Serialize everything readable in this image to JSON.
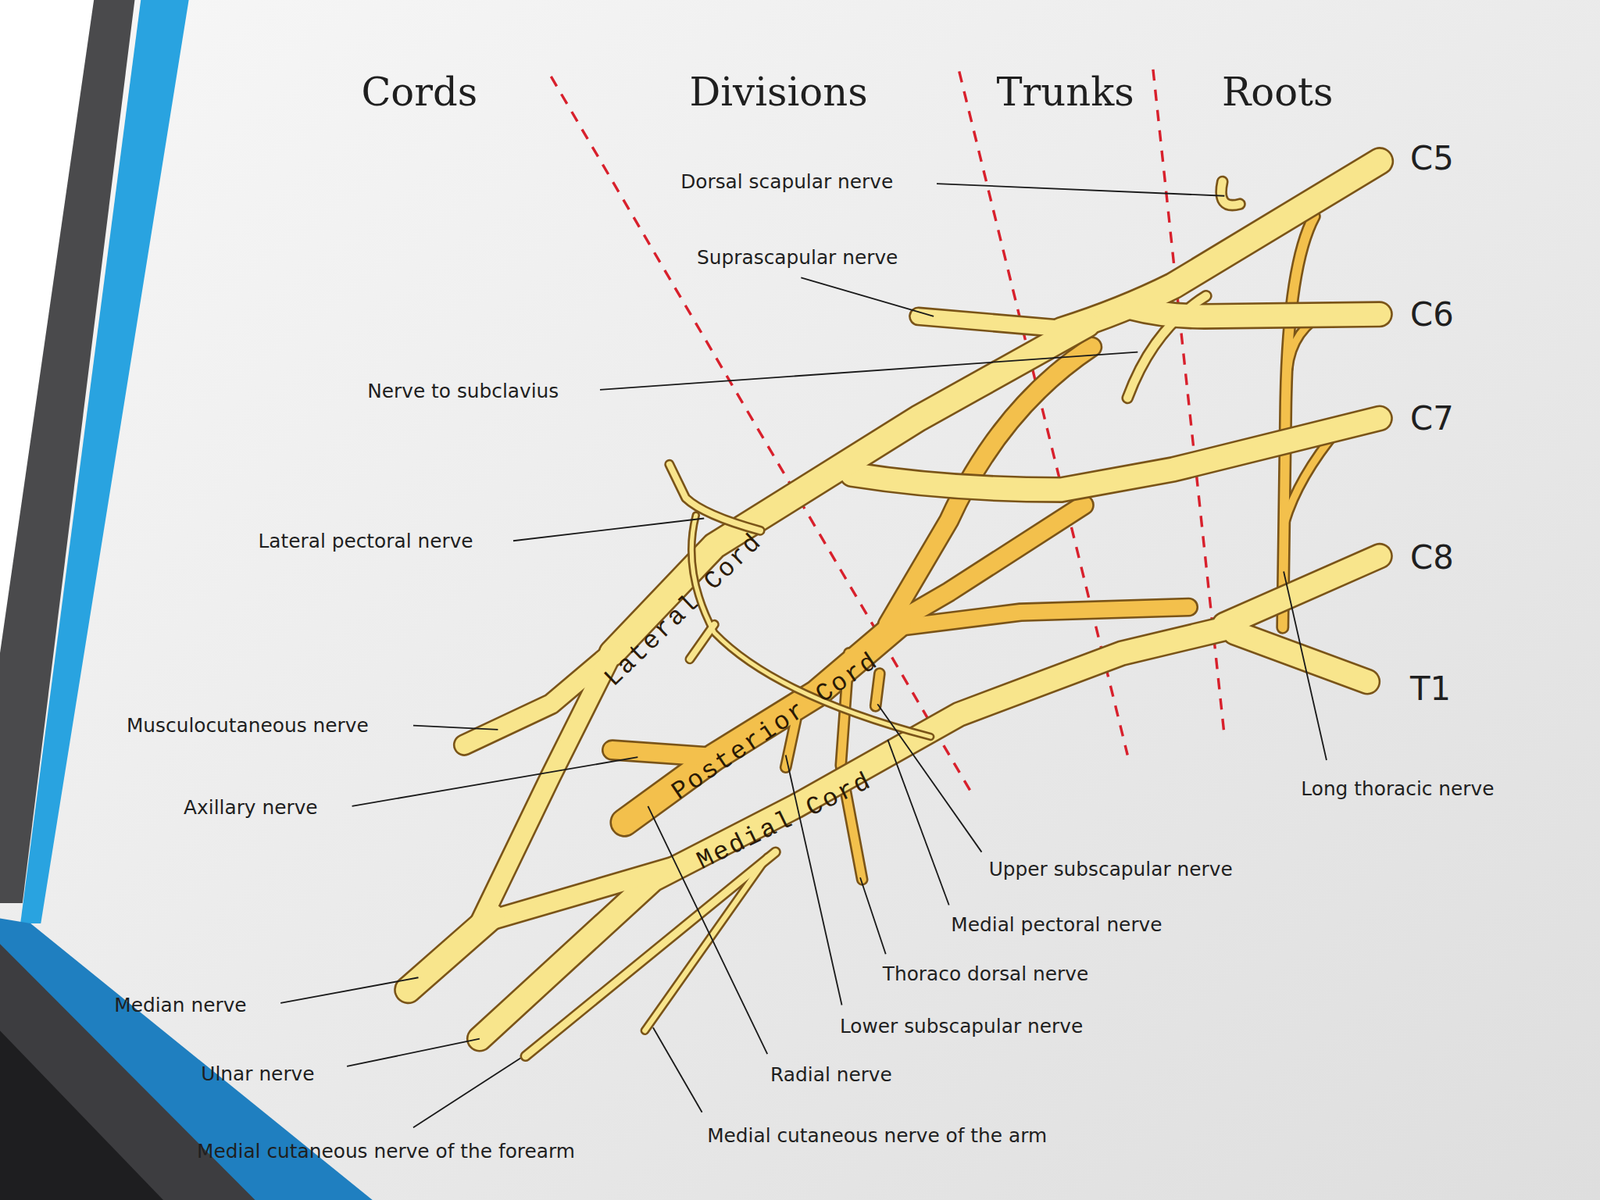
{
  "diagram": {
    "labels": [
      "Cords",
      "Divisions",
      "Trunks",
      "Roots",
      "C5",
      "C6",
      "C7",
      "C8",
      "T1",
      "Dorsal scapular nerve",
      "Suprascapular nerve",
      "Nerve to subclavius",
      "Lateral pectoral nerve",
      "Musculocutaneous nerve",
      "Axillary nerve",
      "Median nerve",
      "Ulnar nerve",
      "Medial cutaneous nerve of the forearm",
      "Medial cutaneous nerve of the arm",
      "Radial nerve",
      "Lower subscapular nerve",
      "Thoraco dorsal nerve",
      "Medial pectoral nerve",
      "Upper subscapular nerve",
      "Long thoracic nerve",
      "Lateral Cord",
      "Posterior Cord",
      "Medial Cord"
    ]
  }
}
